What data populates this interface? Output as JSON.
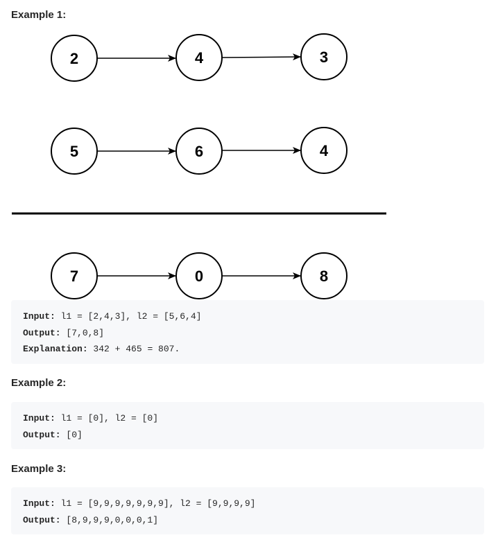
{
  "examples": [
    {
      "heading": "Example 1:",
      "input_key": "Input:",
      "input_val": " l1 = [2,4,3], l2 = [5,6,4]",
      "output_key": "Output:",
      "output_val": " [7,0,8]",
      "explanation_key": "Explanation:",
      "explanation_val": " 342 + 465 = 807."
    },
    {
      "heading": "Example 2:",
      "input_key": "Input:",
      "input_val": " l1 = [0], l2 = [0]",
      "output_key": "Output:",
      "output_val": " [0]"
    },
    {
      "heading": "Example 3:",
      "input_key": "Input:",
      "input_val": " l1 = [9,9,9,9,9,9,9], l2 = [9,9,9,9]",
      "output_key": "Output:",
      "output_val": " [8,9,9,9,0,0,0,1]"
    }
  ],
  "diagram": {
    "rows": [
      [
        "2",
        "4",
        "3"
      ],
      [
        "5",
        "6",
        "4"
      ],
      [
        "7",
        "0",
        "8"
      ]
    ]
  }
}
